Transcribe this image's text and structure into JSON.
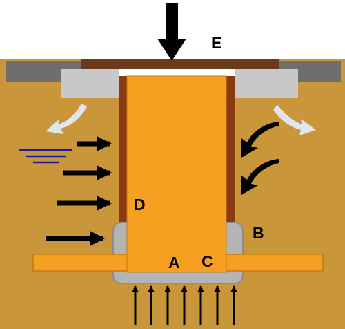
{
  "labels": {
    "a": "A",
    "b": "B",
    "c": "C",
    "d": "D",
    "e": "E"
  },
  "colors": {
    "soil": "#c9973a",
    "surface": "#6e6e6e",
    "collar": "#c8c8c8",
    "pile": "#f5a021",
    "pile_edge": "#8a3a10",
    "cap": "#6b3a1a",
    "cap_gap": "#ffffff",
    "arrow": "#000000",
    "curved_arrow": "#dfe6ef",
    "water": "#1a1aaa"
  },
  "icons": {
    "load": "down-arrow-icon",
    "lateral": "right-arrow-icon",
    "end_bearing": "up-arrow-icon",
    "active_pressure": "curved-arrow-icon",
    "water_table": "water-table-icon"
  }
}
